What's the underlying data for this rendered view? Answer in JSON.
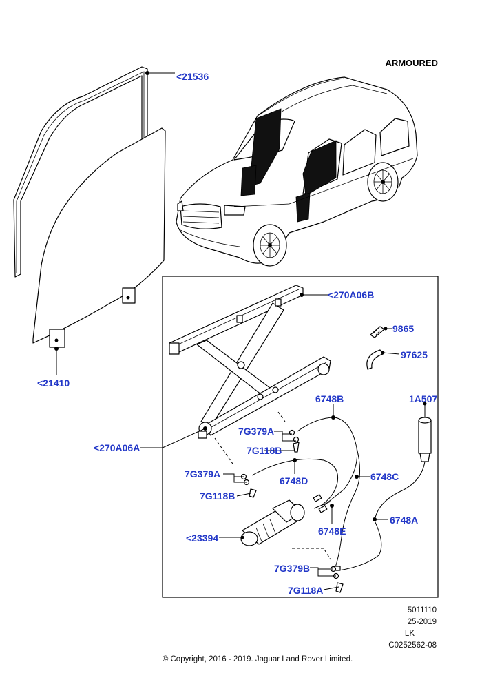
{
  "header": {
    "variant": "ARMOURED"
  },
  "callouts": {
    "glass_run": "<21536",
    "door_glass": "<21410",
    "regulator_top": "<270A06B",
    "regulator_assy": "<270A06A",
    "spring": "9865",
    "clip": "97625",
    "cable_b": "6748B",
    "accumulator": "1A507",
    "screw_a": "7G379A",
    "bolt_b": "7G118B",
    "screw_a2": "7G379A",
    "cable_c": "6748C",
    "cable_d": "6748D",
    "bolt_b2": "7G118B",
    "cable_a": "6748A",
    "motor": "<23394",
    "cable_e": "6748E",
    "screw_b": "7G379B",
    "bolt_a": "7G118A"
  },
  "footer": {
    "code1": "5011110",
    "date": "25-2019",
    "initials": "LK",
    "ref": "C0252562-08",
    "copyright": "© Copyright, 2016 - 2019. Jaguar Land Rover Limited."
  },
  "colors": {
    "callout": "#2338c8",
    "line": "#000000"
  }
}
